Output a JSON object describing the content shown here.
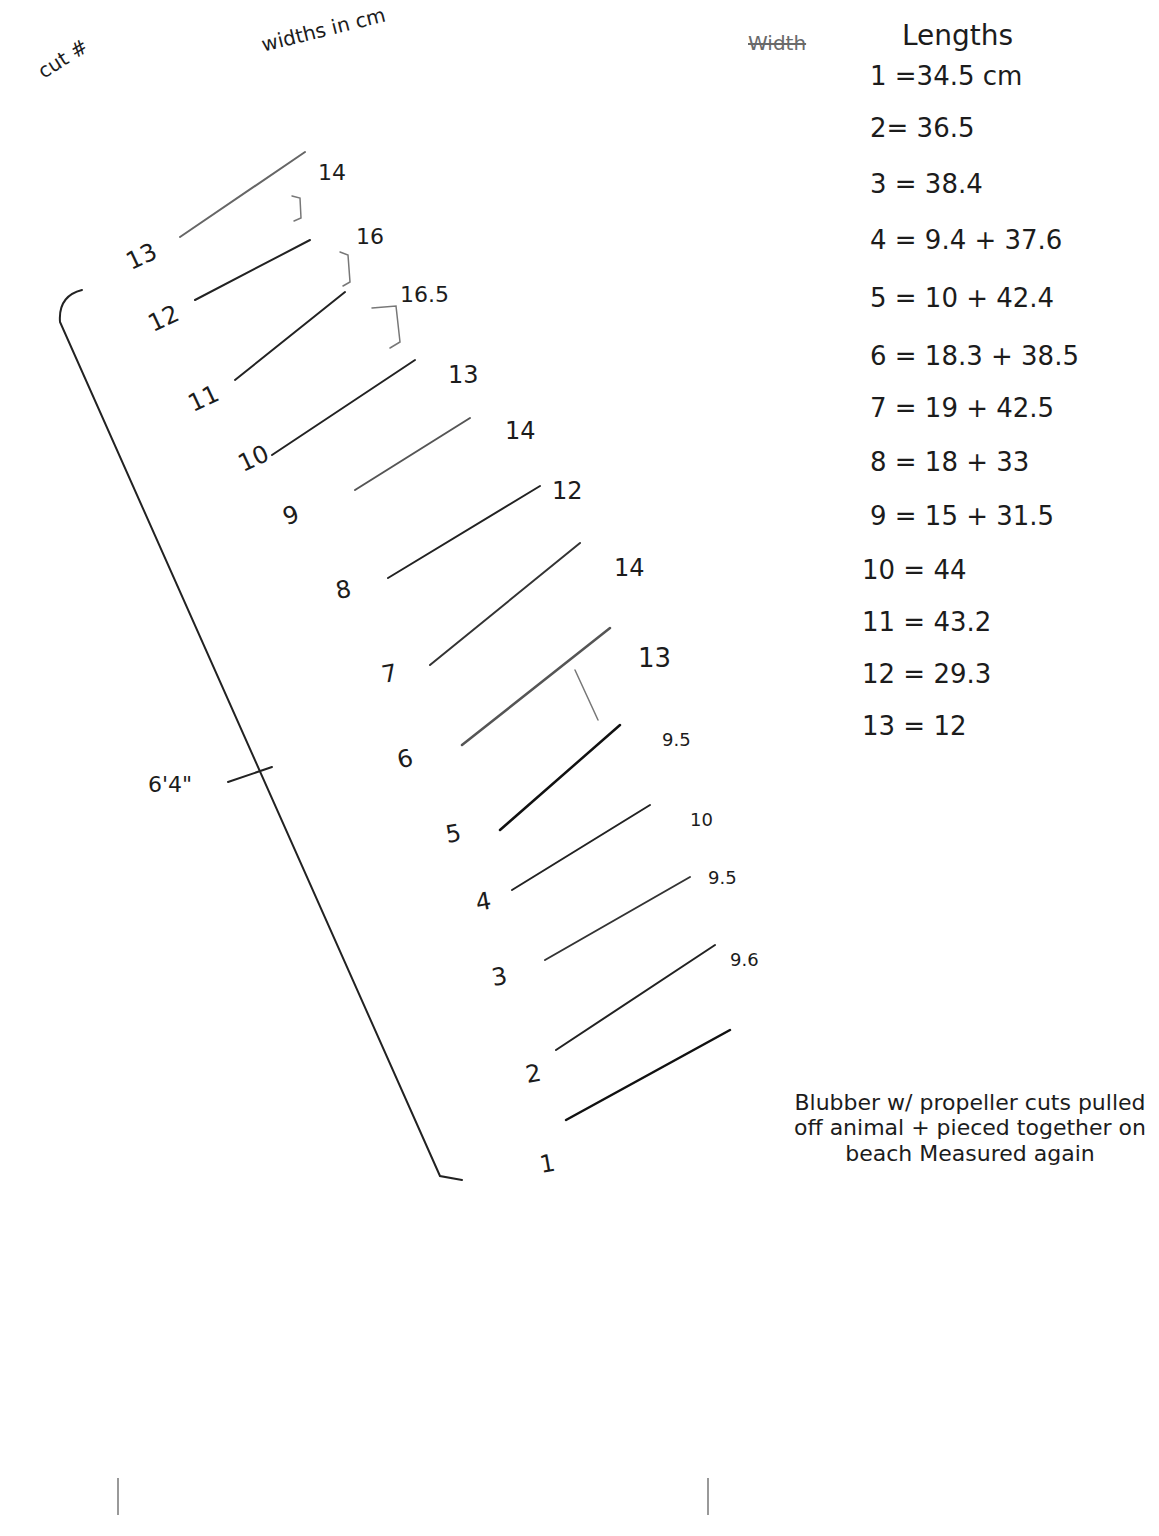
{
  "diagram": {
    "labels": [
      "widths in cm",
      "cut #",
      "Width",
      "Lengths",
      "1 =34.5 cm",
      "2= 36.5",
      "3 = 38.4",
      "4 = 9.4 + 37.6",
      "5 = 10 + 42.4",
      "6 = 18.3 + 38.5",
      "7 = 19 + 42.5",
      "8 = 18 + 33",
      "9 = 15 + 31.5",
      "10 = 44",
      "11 = 43.2",
      "12 = 29.3",
      "13 = 12",
      "13",
      "12",
      "11",
      "10",
      "9",
      "8",
      "7",
      "6",
      "5",
      "4",
      "3",
      "2",
      "1",
      "14",
      "16",
      "16.5",
      "13",
      "14",
      "12",
      "14",
      "13",
      "9.5",
      "10",
      "9.5",
      "9.6",
      "6'4\"",
      "Blubber w/ propeller cuts pulled off animal + pieced together on beach Measured again"
    ]
  }
}
